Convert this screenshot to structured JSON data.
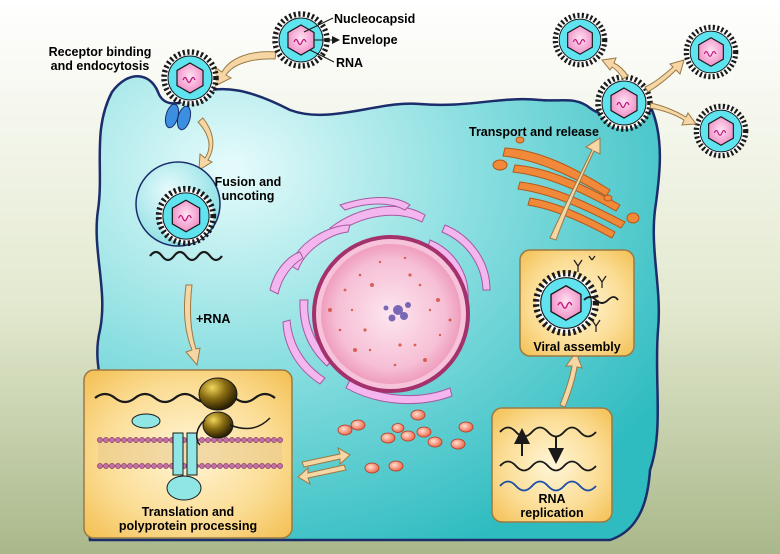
{
  "labels": {
    "nucleocapsid": "Nucleocapsid",
    "envelope": "Envelope",
    "rna": "RNA",
    "receptor_binding": "Receptor binding",
    "and_endocytosis": "and endocytosis",
    "fusion": "Fusion and",
    "uncoting": "uncoting",
    "plus_rna": "+RNA",
    "translation": "Translation and",
    "polyprotein": "polyprotein processing",
    "transport_release": "Transport and release",
    "viral_assembly": "Viral assembly",
    "rna_rep_1": "RNA",
    "rna_rep_2": "replication"
  },
  "colors": {
    "background_top": "#ffffff",
    "background_bottom": "#a9b88a",
    "cell_fill": "#3fc7c9",
    "cell_stroke": "#1b2d6b",
    "nucleus_fill": "#f0a8c4",
    "er_fill": "#f3b6ee",
    "golgi_fill": "#f08a3a",
    "panel_fill": "#f8cf72",
    "capsid_fill": "#f39ad0",
    "envelope_fill": "#5ee3ef",
    "ribosome_fill": "#8a6d12",
    "arrow_fill": "#f5d6a4"
  }
}
